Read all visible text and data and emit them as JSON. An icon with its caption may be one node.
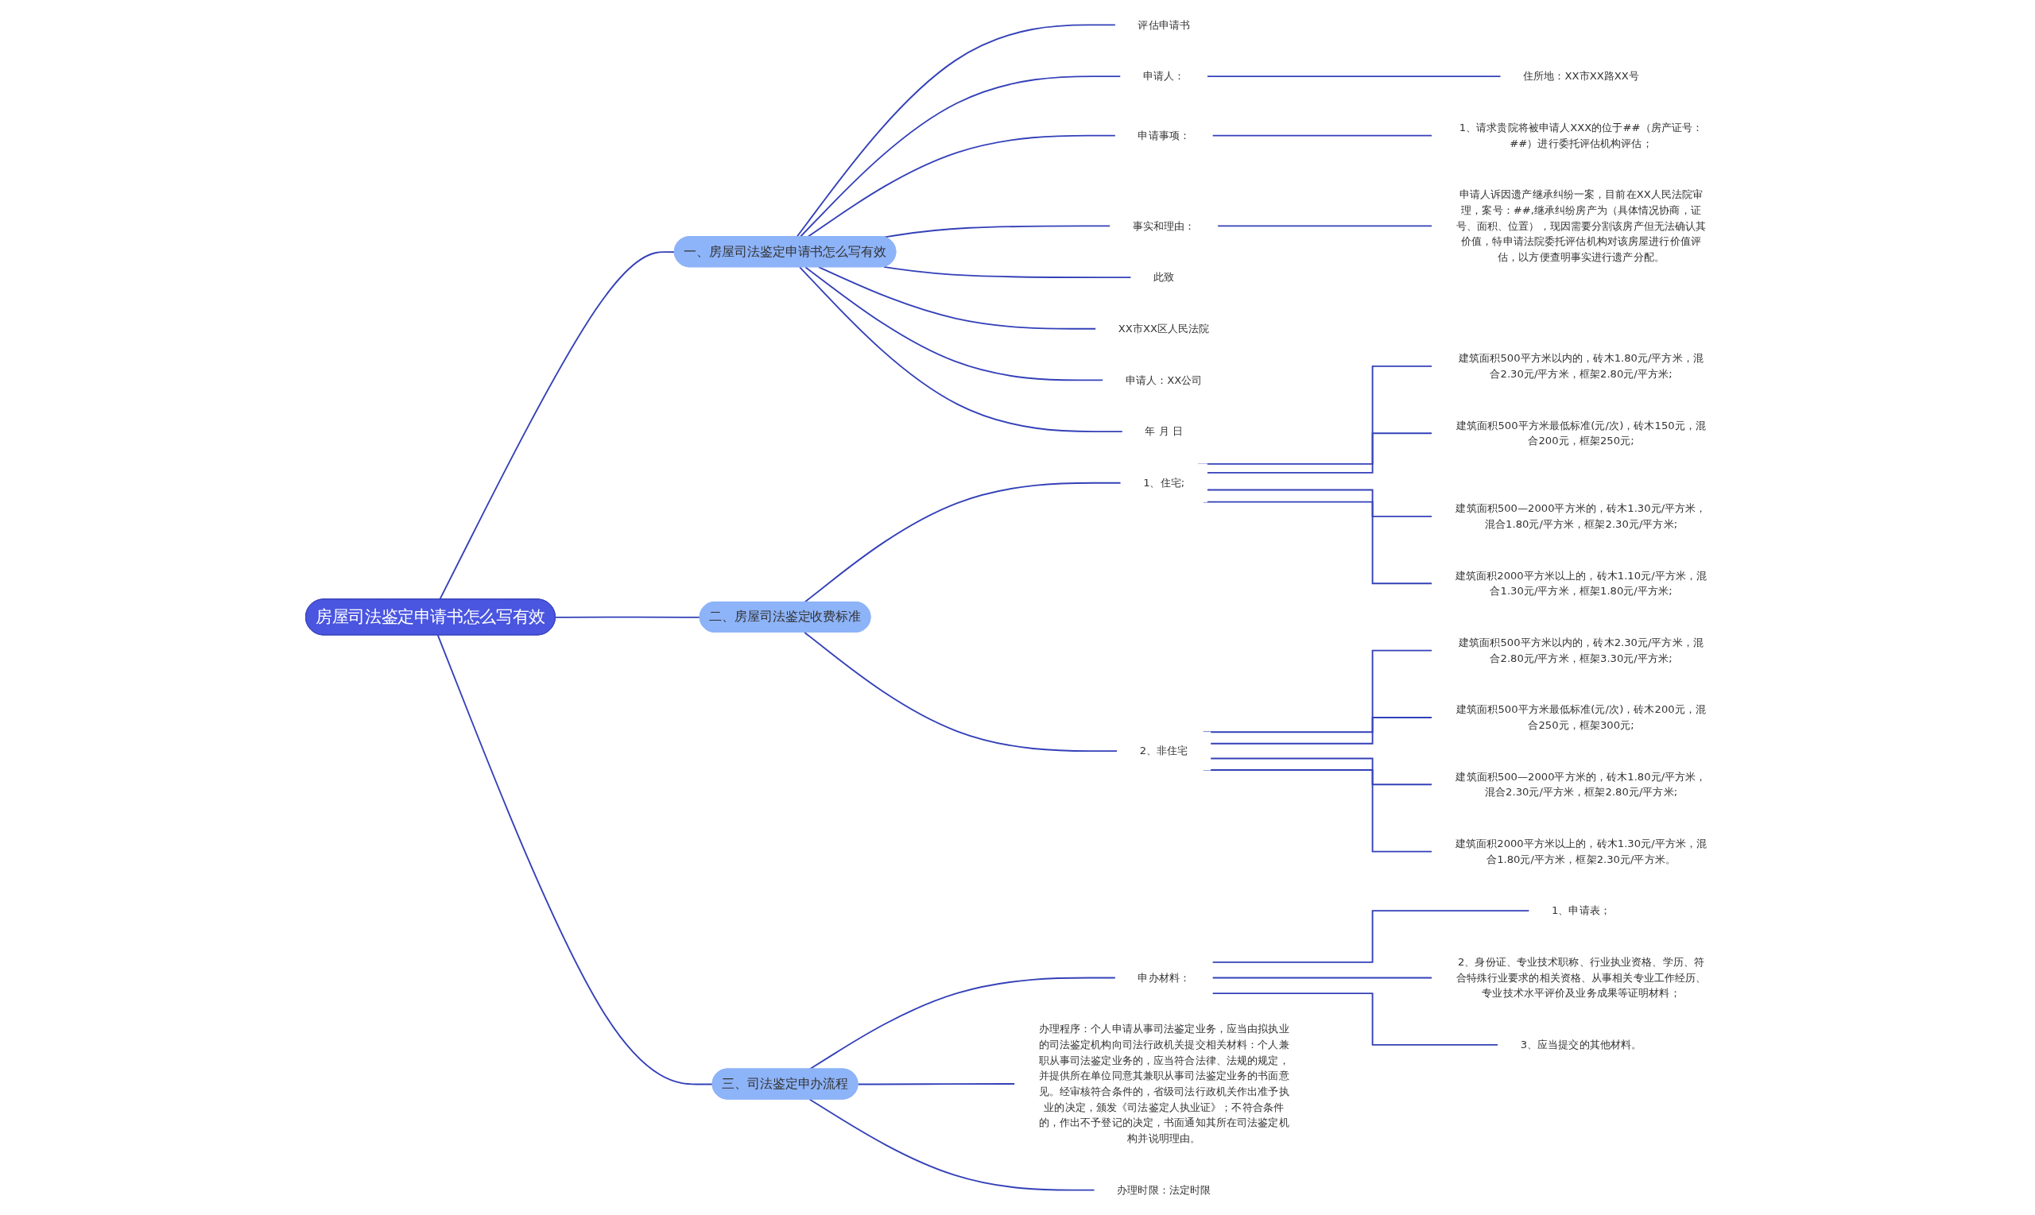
{
  "diagram": {
    "nodes": [
      {
        "text": [
          "房屋司法鉴定申请书怎么写有效"
        ]
      },
      {
        "text": [
          "一、房屋司法鉴定申请书怎么写有效"
        ]
      },
      {
        "text": [
          "评估申请书"
        ]
      },
      {
        "text": [
          "申请人："
        ]
      },
      {
        "text": [
          "住所地：XX市XX路XX号"
        ]
      },
      {
        "text": [
          "申请事项："
        ]
      },
      {
        "text": [
          "1、请求贵院将被申请人XXX的位于##（房产证号：##）进行委托评估机构评估；"
        ]
      },
      {
        "text": [
          "事实和理由："
        ]
      },
      {
        "text": [
          "申请人诉因遗产继承纠纷一案，目前在XX人民法院审理，案号：##,继承纠纷房产为（具体情况协商，证号、面积、位置），现因需要分割该房产但无法确认其价值，特申请法院委托评估机构对该房屋进行价值评估，以方便查明事实进行遗产分配。"
        ]
      },
      {
        "text": [
          "此致"
        ]
      },
      {
        "text": [
          "XX市XX区人民法院"
        ]
      },
      {
        "text": [
          "申请人：XX公司"
        ]
      },
      {
        "text": [
          "年 月 日"
        ]
      },
      {
        "text": [
          "二、房屋司法鉴定收费标准"
        ]
      },
      {
        "text": [
          "1、住宅;"
        ]
      },
      {
        "text": [
          "建筑面积500平方米以内的，砖木1.80元/平方米，混合2.30元/平方米，框架2.80元/平方米;"
        ]
      },
      {
        "text": [
          "建筑面积500平方米最低标准(元/次)，砖木150元，混合200元，框架250元;"
        ]
      },
      {
        "text": [
          "建筑面积500—2000平方米的，砖木1.30元/平方米，混合1.80元/平方米，框架2.30元/平方米;"
        ]
      },
      {
        "text": [
          "建筑面积2000平方米以上的，砖木1.10元/平方米，混合1.30元/平方米，框架1.80元/平方米;"
        ]
      },
      {
        "text": [
          "2、非住宅"
        ]
      },
      {
        "text": [
          "建筑面积500平方米以内的，砖木2.30元/平方米，混合2.80元/平方米，框架3.30元/平方米;"
        ]
      },
      {
        "text": [
          "建筑面积500平方米最低标准(元/次)，砖木200元，混合250元，框架300元;"
        ]
      },
      {
        "text": [
          "建筑面积500—2000平方米的，砖木1.80元/平方米，混合2.30元/平方米，框架2.80元/平方米;"
        ]
      },
      {
        "text": [
          "建筑面积2000平方米以上的，砖木1.30元/平方米，混合1.80元/平方米，框架2.30元/平方米。"
        ]
      },
      {
        "text": [
          "三、司法鉴定申办流程"
        ]
      },
      {
        "text": [
          "申办材料："
        ]
      },
      {
        "text": [
          "1、申请表；"
        ]
      },
      {
        "text": [
          "2、身份证、专业技术职称、行业执业资格、学历、符合特殊行业要求的相关资格、从事相关专业工作经历、专业技术水平评价及业务成果等证明材料；"
        ]
      },
      {
        "text": [
          "3、应当提交的其他材料。"
        ]
      },
      {
        "text": [
          "办理程序：个人申请从事司法鉴定业务，应当由拟执业的司法鉴定机构向司法行政机关提交相关材料：个人兼职从事司法鉴定业务的，应当符合法律、法规的规定，并提供所在单位同意其兼职从事司法鉴定业务的书面意见。经审核符合条件的，省级司法行政机关作出准予执业的决定，颁发《司法鉴定人执业证》；不符合条件的，作出不予登记的决定，书面通知其所在司法鉴定机构并说明理由。"
        ]
      },
      {
        "text": [
          "办理时限：法定时限"
        ]
      }
    ],
    "edges": [
      {
        "from": 0,
        "to": 1,
        "arrow": "none"
      },
      {
        "from": 1,
        "to": 2,
        "arrow": "none"
      },
      {
        "from": 1,
        "to": 3,
        "arrow": "none"
      },
      {
        "from": 3,
        "to": 4,
        "arrow": "none"
      },
      {
        "from": 1,
        "to": 5,
        "arrow": "none"
      },
      {
        "from": 5,
        "to": 6,
        "arrow": "none"
      },
      {
        "from": 1,
        "to": 7,
        "arrow": "none"
      },
      {
        "from": 7,
        "to": 8,
        "arrow": "none"
      },
      {
        "from": 1,
        "to": 9,
        "arrow": "none"
      },
      {
        "from": 1,
        "to": 10,
        "arrow": "none"
      },
      {
        "from": 1,
        "to": 11,
        "arrow": "none"
      },
      {
        "from": 1,
        "to": 12,
        "arrow": "none"
      },
      {
        "from": 0,
        "to": 13,
        "arrow": "none"
      },
      {
        "from": 13,
        "to": 14,
        "arrow": "none"
      },
      {
        "from": 14,
        "to": 15,
        "arrow": "none"
      },
      {
        "from": 14,
        "to": 16,
        "arrow": "none"
      },
      {
        "from": 14,
        "to": 17,
        "arrow": "none"
      },
      {
        "from": 14,
        "to": 18,
        "arrow": "none"
      },
      {
        "from": 13,
        "to": 19,
        "arrow": "none"
      },
      {
        "from": 19,
        "to": 20,
        "arrow": "none"
      },
      {
        "from": 19,
        "to": 21,
        "arrow": "none"
      },
      {
        "from": 19,
        "to": 22,
        "arrow": "none"
      },
      {
        "from": 19,
        "to": 23,
        "arrow": "none"
      },
      {
        "from": 0,
        "to": 24,
        "arrow": "none"
      },
      {
        "from": 24,
        "to": 25,
        "arrow": "none"
      },
      {
        "from": 25,
        "to": 26,
        "arrow": "none"
      },
      {
        "from": 25,
        "to": 27,
        "arrow": "none"
      },
      {
        "from": 25,
        "to": 28,
        "arrow": "none"
      },
      {
        "from": 24,
        "to": 29,
        "arrow": "none"
      },
      {
        "from": 24,
        "to": 30,
        "arrow": "none"
      }
    ]
  }
}
